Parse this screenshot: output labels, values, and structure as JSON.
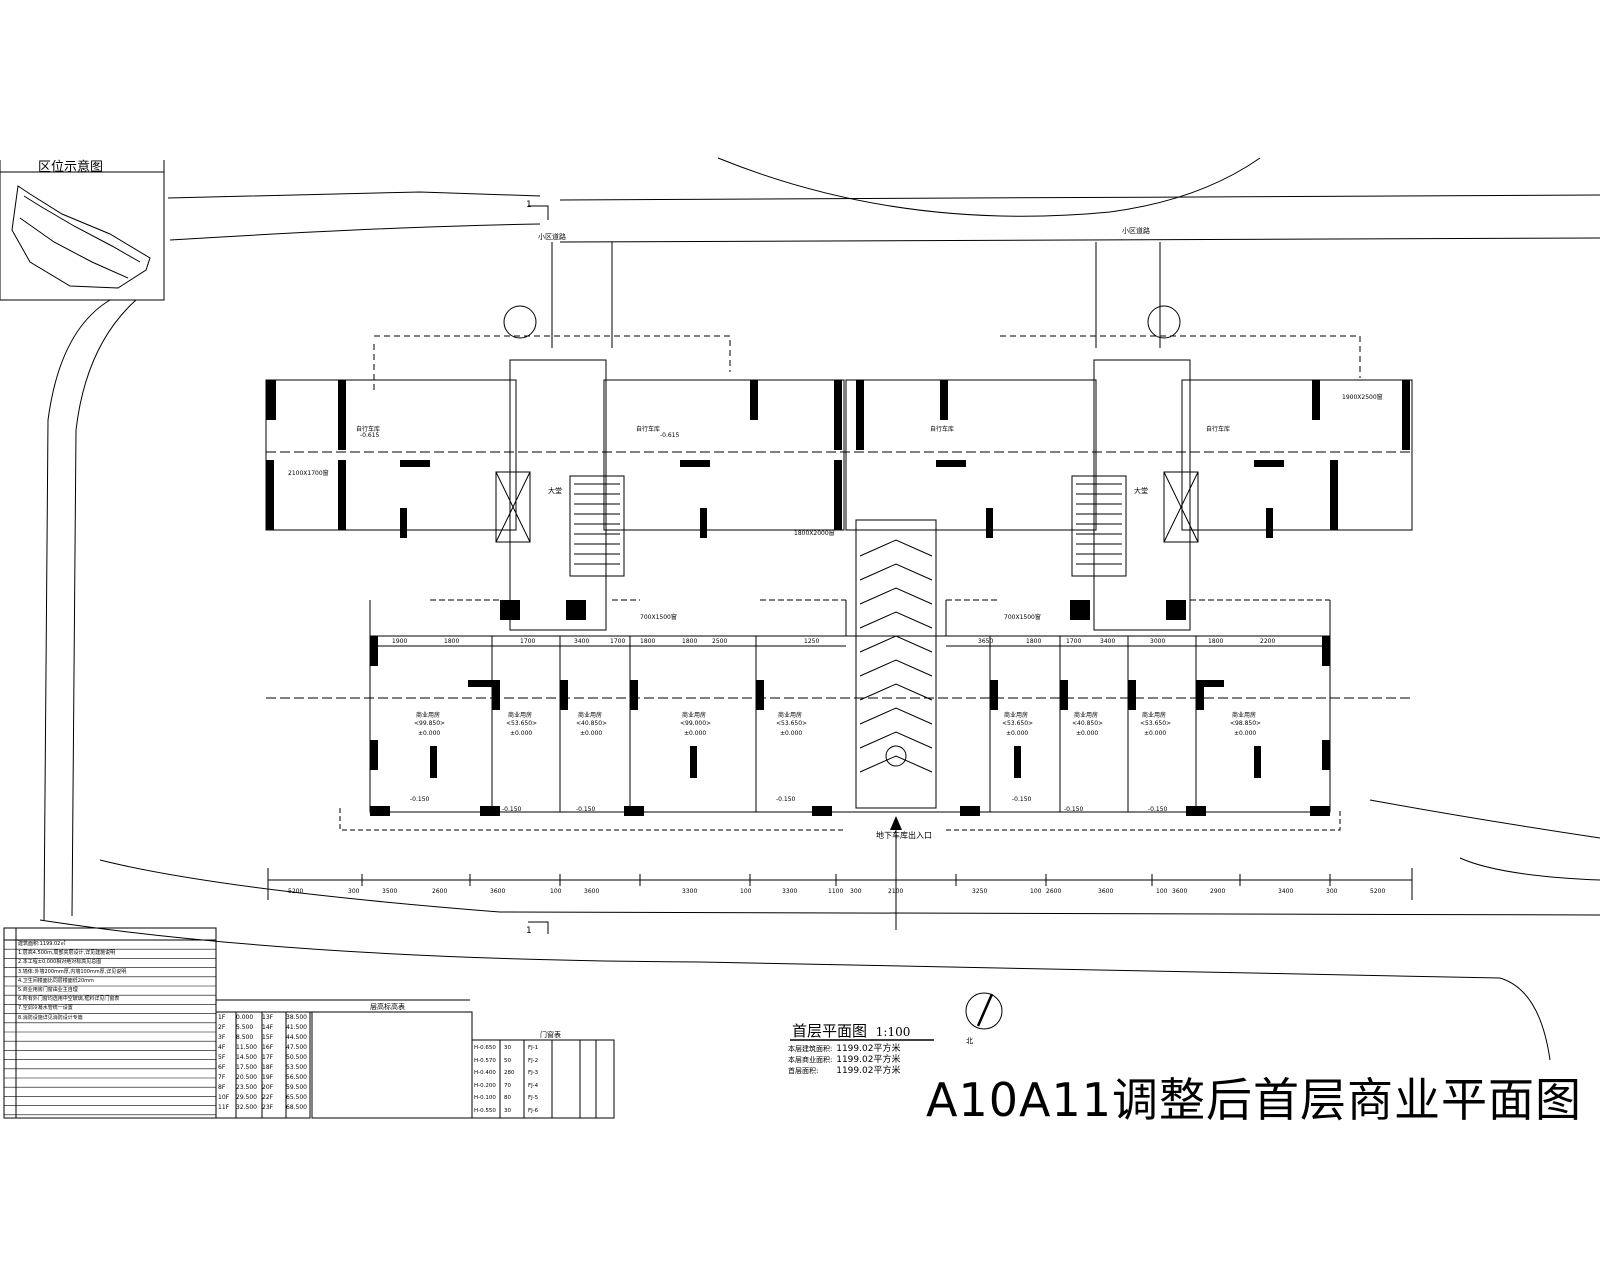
{
  "drawing": {
    "title": "A10A11调整后首层商业平面图",
    "plan_caption": "首层平面图",
    "scale": "1:100",
    "north_mark": "北",
    "locator_title": "区位示意图",
    "ramp_label": "地下车库出入口",
    "area_stats": [
      {
        "label": "本层建筑面积:",
        "value": "1199.02平方米"
      },
      {
        "label": "本层商业面积:",
        "value": "1199.02平方米"
      },
      {
        "label": "首层面积:",
        "value": "1199.02平方米"
      }
    ],
    "section_marker": "1",
    "road_labels": [
      "小区道路",
      "小区道路"
    ]
  },
  "rooms": {
    "shops": [
      {
        "name": "商业用房",
        "area": "<99.850>",
        "level": "±0.000"
      },
      {
        "name": "商业用房",
        "area": "<53.650>",
        "level": "±0.000"
      },
      {
        "name": "商业用房",
        "area": "<40.850>",
        "level": "±0.000"
      },
      {
        "name": "商业用房",
        "area": "<99.000>",
        "level": "±0.000"
      },
      {
        "name": "商业用房",
        "area": "<53.650>",
        "level": "±0.000"
      },
      {
        "name": "商业用房",
        "area": "<53.650>",
        "level": "±0.000"
      },
      {
        "name": "商业用房",
        "area": "<40.850>",
        "level": "±0.000"
      },
      {
        "name": "商业用房",
        "area": "<53.650>",
        "level": "±0.000"
      },
      {
        "name": "商业用房",
        "area": "<98.850>",
        "level": "±0.000"
      }
    ],
    "upper_rooms": [
      "自行车库",
      "自行车库",
      "自行车库",
      "自行车库"
    ],
    "lobby": "大堂",
    "elevations": [
      "-0.150",
      "-0.150",
      "-0.150",
      "-0.150",
      "-0.150",
      "-0.150",
      "-0.150",
      "-0.615",
      "-0.615"
    ]
  },
  "dimensions": {
    "bottom": [
      "5200",
      "300",
      "3500",
      "2600",
      "3600",
      "100",
      "3600",
      "3300",
      "100",
      "3300",
      "1100",
      "300",
      "2100",
      "3250",
      "100",
      "2600",
      "3600",
      "100",
      "3600",
      "2900",
      "3400",
      "300",
      "5200"
    ],
    "mid": [
      "1900",
      "1800",
      "1700",
      "3400",
      "1700",
      "1800",
      "1800",
      "2500",
      "1250",
      "3650",
      "1800",
      "1700",
      "3400",
      "3000",
      "1800",
      "2200"
    ],
    "windows": [
      "2100X1700窗",
      "1800X2000窗",
      "1900X2500窗",
      "700X1500窗",
      "700X1500窗"
    ]
  },
  "tables": {
    "notes": [
      "建筑面积:1199.02㎡",
      "1.层高4.500m,局部夹层设计,详见建施说明",
      "2.本工程±0.000相对绝对标高见总图",
      "3.墙体:外墙200mm厚,内墙100mm厚,详见说明",
      "4.卫生间楼面比同层楼面低20mm",
      "5.商业用房门窗由业主自理",
      "6.所有外门窗均选用中空玻璃,框料详见门窗表",
      "7.空调冷凝水管统一设置",
      "8.消防设施详见消防设计专篇"
    ],
    "level_table": {
      "title": "层高标高表",
      "rows": [
        [
          "1F",
          "0.000",
          "13F",
          "38.500"
        ],
        [
          "2F",
          "5.500",
          "14F",
          "41.500"
        ],
        [
          "3F",
          "8.500",
          "15F",
          "44.500"
        ],
        [
          "4F",
          "11.500",
          "16F",
          "47.500"
        ],
        [
          "5F",
          "14.500",
          "17F",
          "50.500"
        ],
        [
          "6F",
          "17.500",
          "18F",
          "53.500"
        ],
        [
          "7F",
          "20.500",
          "19F",
          "56.500"
        ],
        [
          "8F",
          "23.500",
          "20F",
          "59.500"
        ],
        [
          "10F",
          "29.500",
          "22F",
          "65.500"
        ],
        [
          "11F",
          "32.500",
          "23F",
          "68.500"
        ]
      ]
    },
    "door_table": {
      "title": "门窗表",
      "rows": [
        [
          "H-0.650",
          "30",
          "FJ-1"
        ],
        [
          "H-0.570",
          "50",
          "FJ-2"
        ],
        [
          "H-0.400",
          "280",
          "FJ-3"
        ],
        [
          "H-0.200",
          "70",
          "FJ-4"
        ],
        [
          "H-0.100",
          "80",
          "FJ-5"
        ],
        [
          "H-0.550",
          "30",
          "FJ-6"
        ]
      ]
    }
  }
}
